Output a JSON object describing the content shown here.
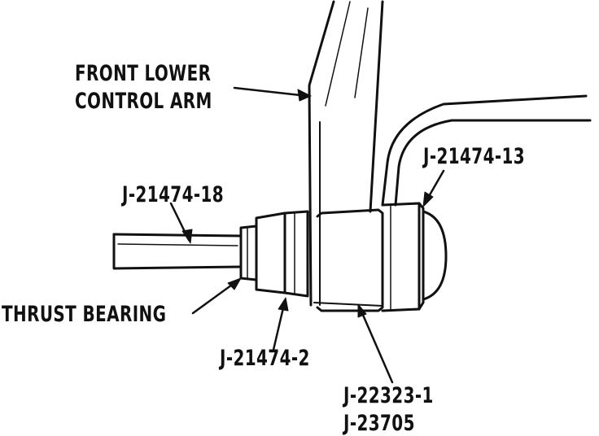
{
  "labels": {
    "front_lower_control_arm_line1": "FRONT LOWER",
    "front_lower_control_arm_line2": "CONTROL ARM",
    "j21474_13": "J-21474-13",
    "j21474_18": "J-21474-18",
    "thrust_bearing": "THRUST BEARING",
    "j21474_2": "J-21474-2",
    "j22323_1": "J-22323-1",
    "j23705": "J-23705"
  },
  "colors": {
    "ink": "#111111",
    "paper": "#ffffff"
  }
}
